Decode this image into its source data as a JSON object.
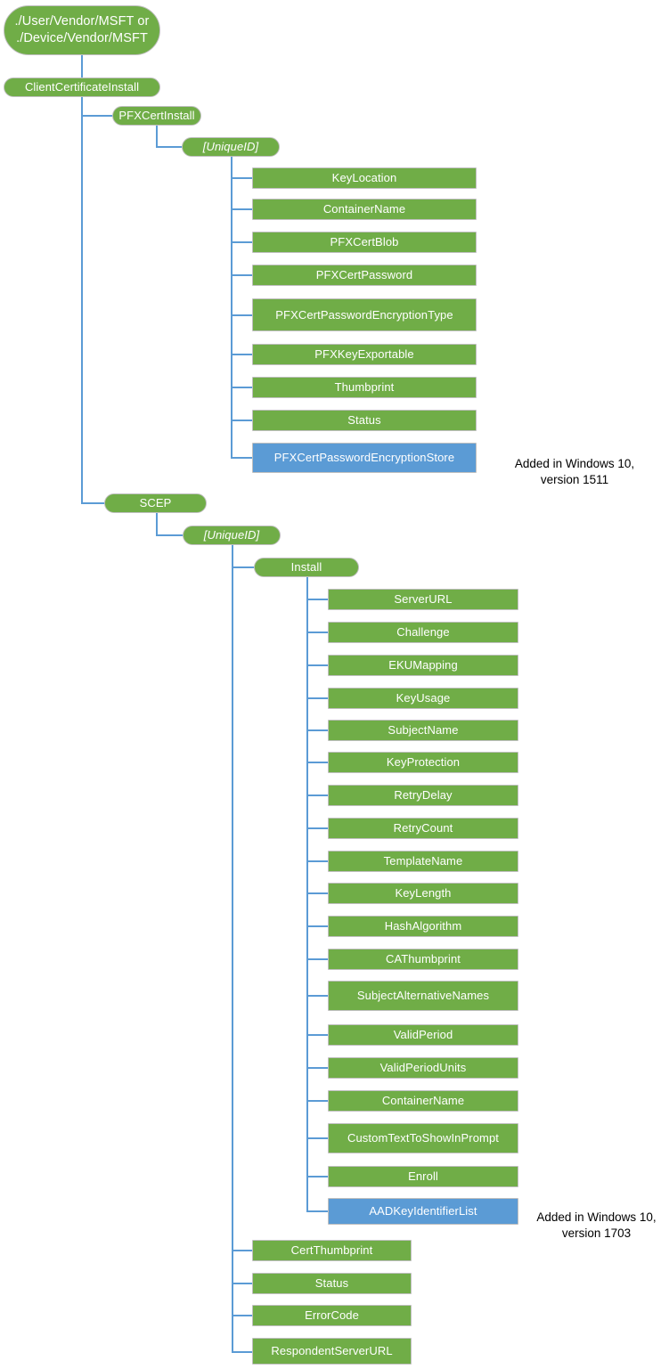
{
  "diagram": {
    "title": "ClientCertificateInstall CSP tree",
    "colors": {
      "node_green": "#70AD47",
      "node_blue": "#5B9BD5",
      "connector": "#5B9BD5",
      "node_border": "#BFBFBF",
      "node_text": "#FFFFFF",
      "annotation_text": "#000000",
      "background": "#FFFFFF"
    },
    "root": {
      "label": "./User/Vendor/MSFT or\n./Device/Vendor/MSFT"
    },
    "level1": {
      "label": "ClientCertificateInstall"
    },
    "branches": [
      {
        "label": "PFXCertInstall"
      },
      {
        "label": "SCEP"
      }
    ],
    "pfx_unique_id": {
      "label": "[UniqueID]"
    },
    "pfx_children": [
      {
        "label": "KeyLocation",
        "color": "green"
      },
      {
        "label": "ContainerName",
        "color": "green"
      },
      {
        "label": "PFXCertBlob",
        "color": "green"
      },
      {
        "label": "PFXCertPassword",
        "color": "green"
      },
      {
        "label": "PFXCertPasswordEncryptionType",
        "color": "green"
      },
      {
        "label": "PFXKeyExportable",
        "color": "green"
      },
      {
        "label": "Thumbprint",
        "color": "green"
      },
      {
        "label": "Status",
        "color": "green"
      },
      {
        "label": "PFXCertPasswordEncryptionStore",
        "color": "blue"
      }
    ],
    "scep_unique_id": {
      "label": "[UniqueID]"
    },
    "scep_install": {
      "label": "Install"
    },
    "install_children": [
      {
        "label": "ServerURL",
        "color": "green"
      },
      {
        "label": "Challenge",
        "color": "green"
      },
      {
        "label": "EKUMapping",
        "color": "green"
      },
      {
        "label": "KeyUsage",
        "color": "green"
      },
      {
        "label": "SubjectName",
        "color": "green"
      },
      {
        "label": "KeyProtection",
        "color": "green"
      },
      {
        "label": "RetryDelay",
        "color": "green"
      },
      {
        "label": "RetryCount",
        "color": "green"
      },
      {
        "label": "TemplateName",
        "color": "green"
      },
      {
        "label": "KeyLength",
        "color": "green"
      },
      {
        "label": "HashAlgorithm",
        "color": "green"
      },
      {
        "label": "CAThumbprint",
        "color": "green"
      },
      {
        "label": "SubjectAlternativeNames",
        "color": "green"
      },
      {
        "label": "ValidPeriod",
        "color": "green"
      },
      {
        "label": "ValidPeriodUnits",
        "color": "green"
      },
      {
        "label": "ContainerName",
        "color": "green"
      },
      {
        "label": "CustomTextToShowInPrompt",
        "color": "green"
      },
      {
        "label": "Enroll",
        "color": "green"
      },
      {
        "label": "AADKeyIdentifierList",
        "color": "blue"
      }
    ],
    "scep_children": [
      {
        "label": "CertThumbprint",
        "color": "green"
      },
      {
        "label": "Status",
        "color": "green"
      },
      {
        "label": "ErrorCode",
        "color": "green"
      },
      {
        "label": "RespondentServerURL",
        "color": "green"
      }
    ],
    "annotations": [
      {
        "text": "Added in Windows 10,\nversion 1511"
      },
      {
        "text": "Added in Windows 10,\nversion 1703"
      }
    ]
  }
}
